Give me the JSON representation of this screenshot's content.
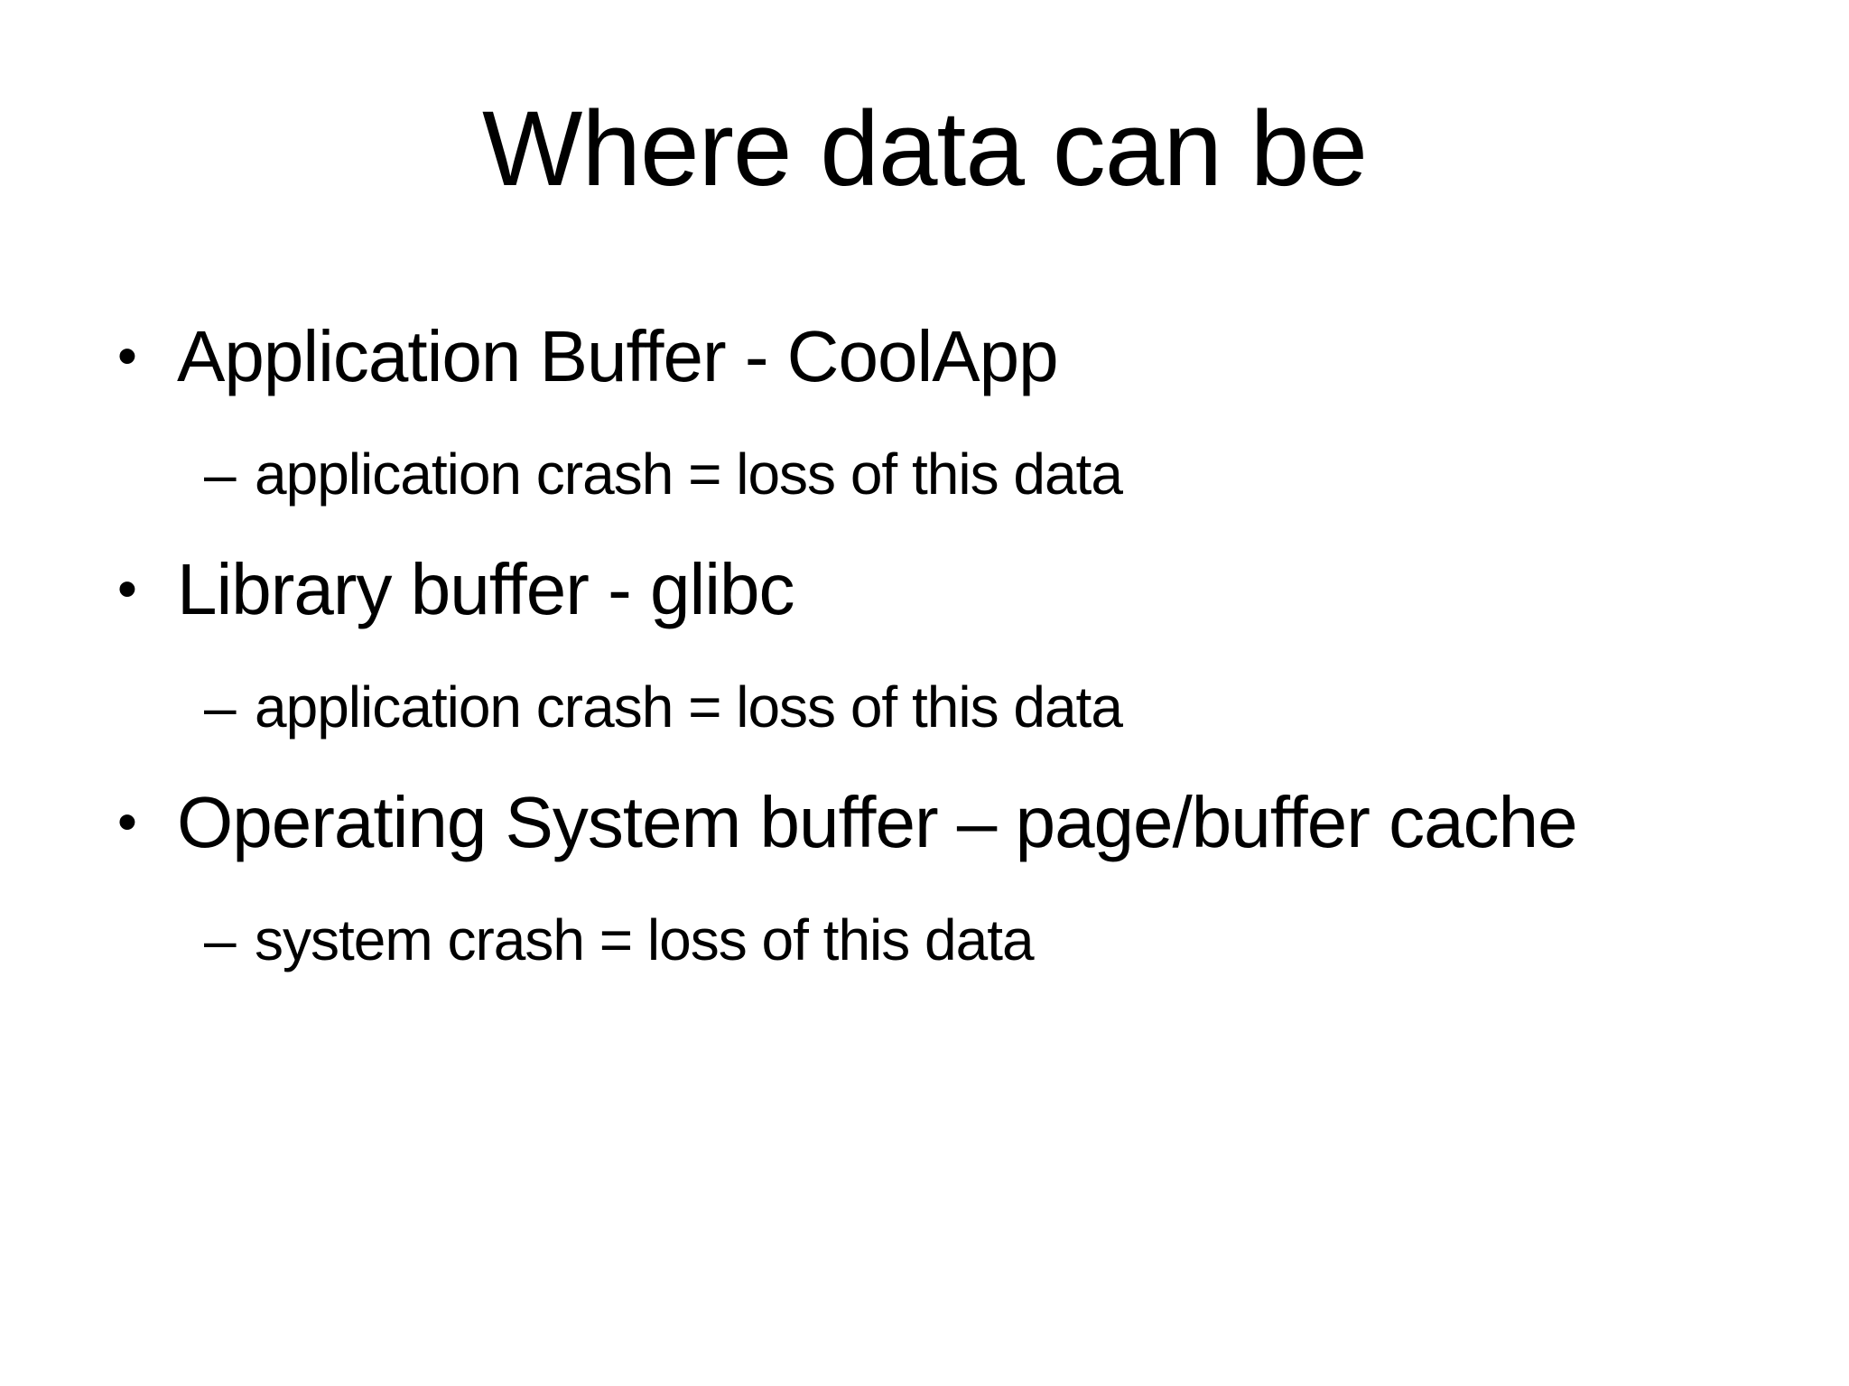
{
  "slide": {
    "title": "Where data can be",
    "markers": {
      "level1": "•",
      "level2": "–"
    },
    "colors": {
      "background": "#ffffff",
      "text": "#000000"
    },
    "bullets": [
      {
        "label": "Application Buffer - CoolApp",
        "sub": "application crash = loss of this data"
      },
      {
        "label": "Library buffer - glibc",
        "sub": "application crash = loss of this data"
      },
      {
        "label": "Operating System buffer – page/buffer cache",
        "sub": "system crash = loss of this data"
      }
    ]
  }
}
